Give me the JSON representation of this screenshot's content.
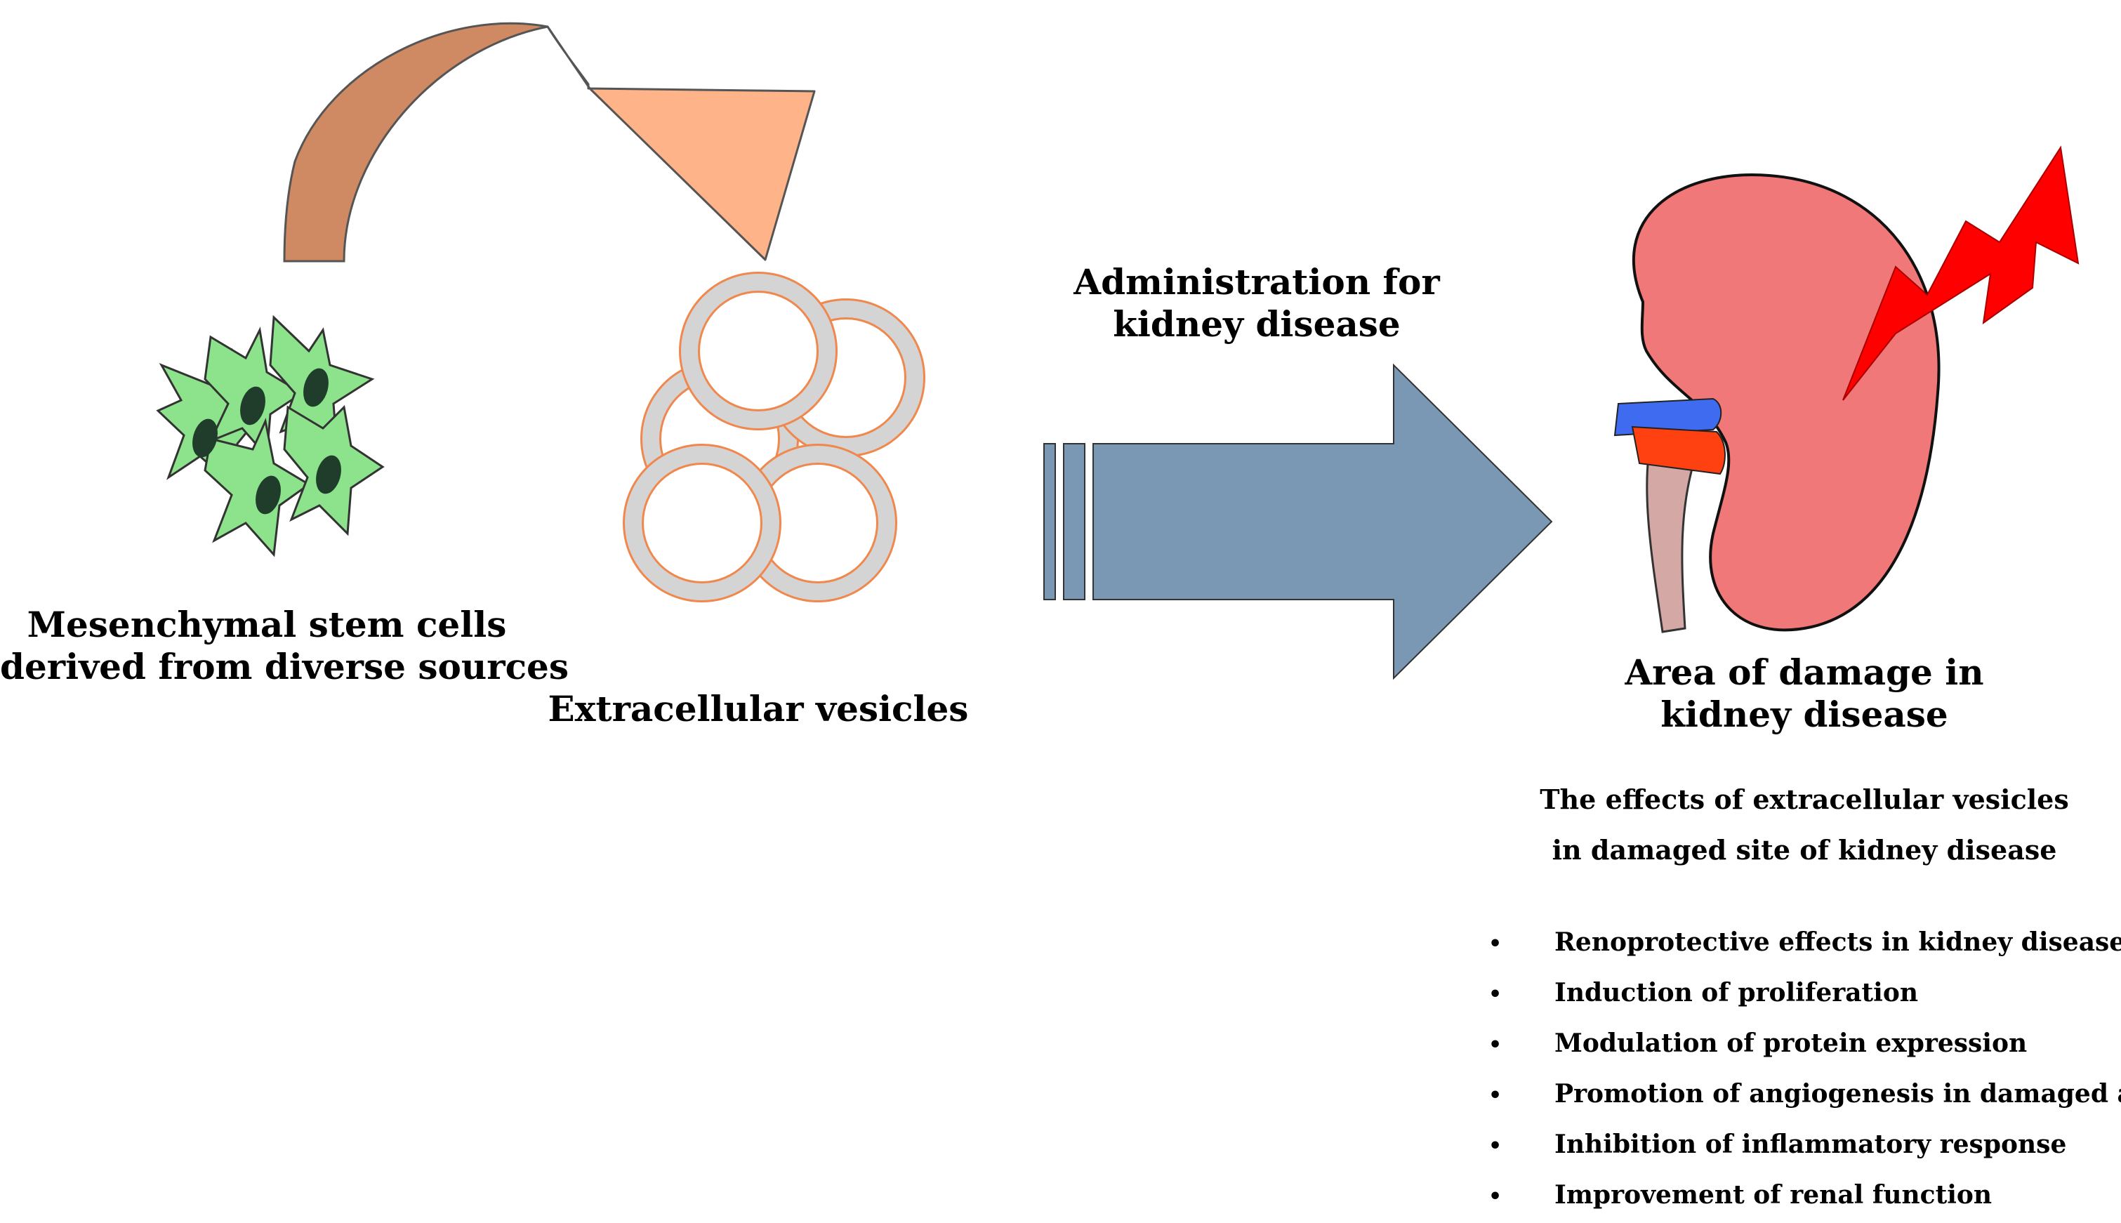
{
  "labels": {
    "msc": [
      "Mesenchymal stem cells",
      "derived from diverse sources"
    ],
    "ev": "Extracellular vesicles",
    "administration": [
      "Administration for",
      "kidney disease"
    ],
    "damage_area": [
      "Area of damage in",
      "kidney disease"
    ],
    "effects_heading": [
      "The effects of extracellular vesicles",
      "in damaged site of kidney disease"
    ]
  },
  "effects": [
    "Renoprotective effects in kidney disease",
    "Induction of proliferation",
    "Modulation of protein expression",
    "Promotion of angiogenesis in damaged area",
    "Inhibition of inflammatory response",
    "Improvement of renal function"
  ],
  "colors": {
    "cell_fill": "#8ce38c",
    "cell_nucleus": "#1f3d2a",
    "curved_arrow_dark": "#d08a63",
    "curved_arrow_light": "#ffb388",
    "vesicle_outline": "#f0884e",
    "vesicle_ring": "#d4d4d4",
    "admin_arrow": "#7a98b4",
    "kidney_fill": "#f07878",
    "vein": "#3f6bf0",
    "artery": "#ff4010",
    "ureter": "#d4a8a4",
    "lightning": "#ff0000"
  },
  "icons": [
    "stem-cells-icon",
    "curved-arrow-icon",
    "vesicles-icon",
    "administration-arrow-icon",
    "kidney-icon",
    "lightning-bolt-icon"
  ]
}
